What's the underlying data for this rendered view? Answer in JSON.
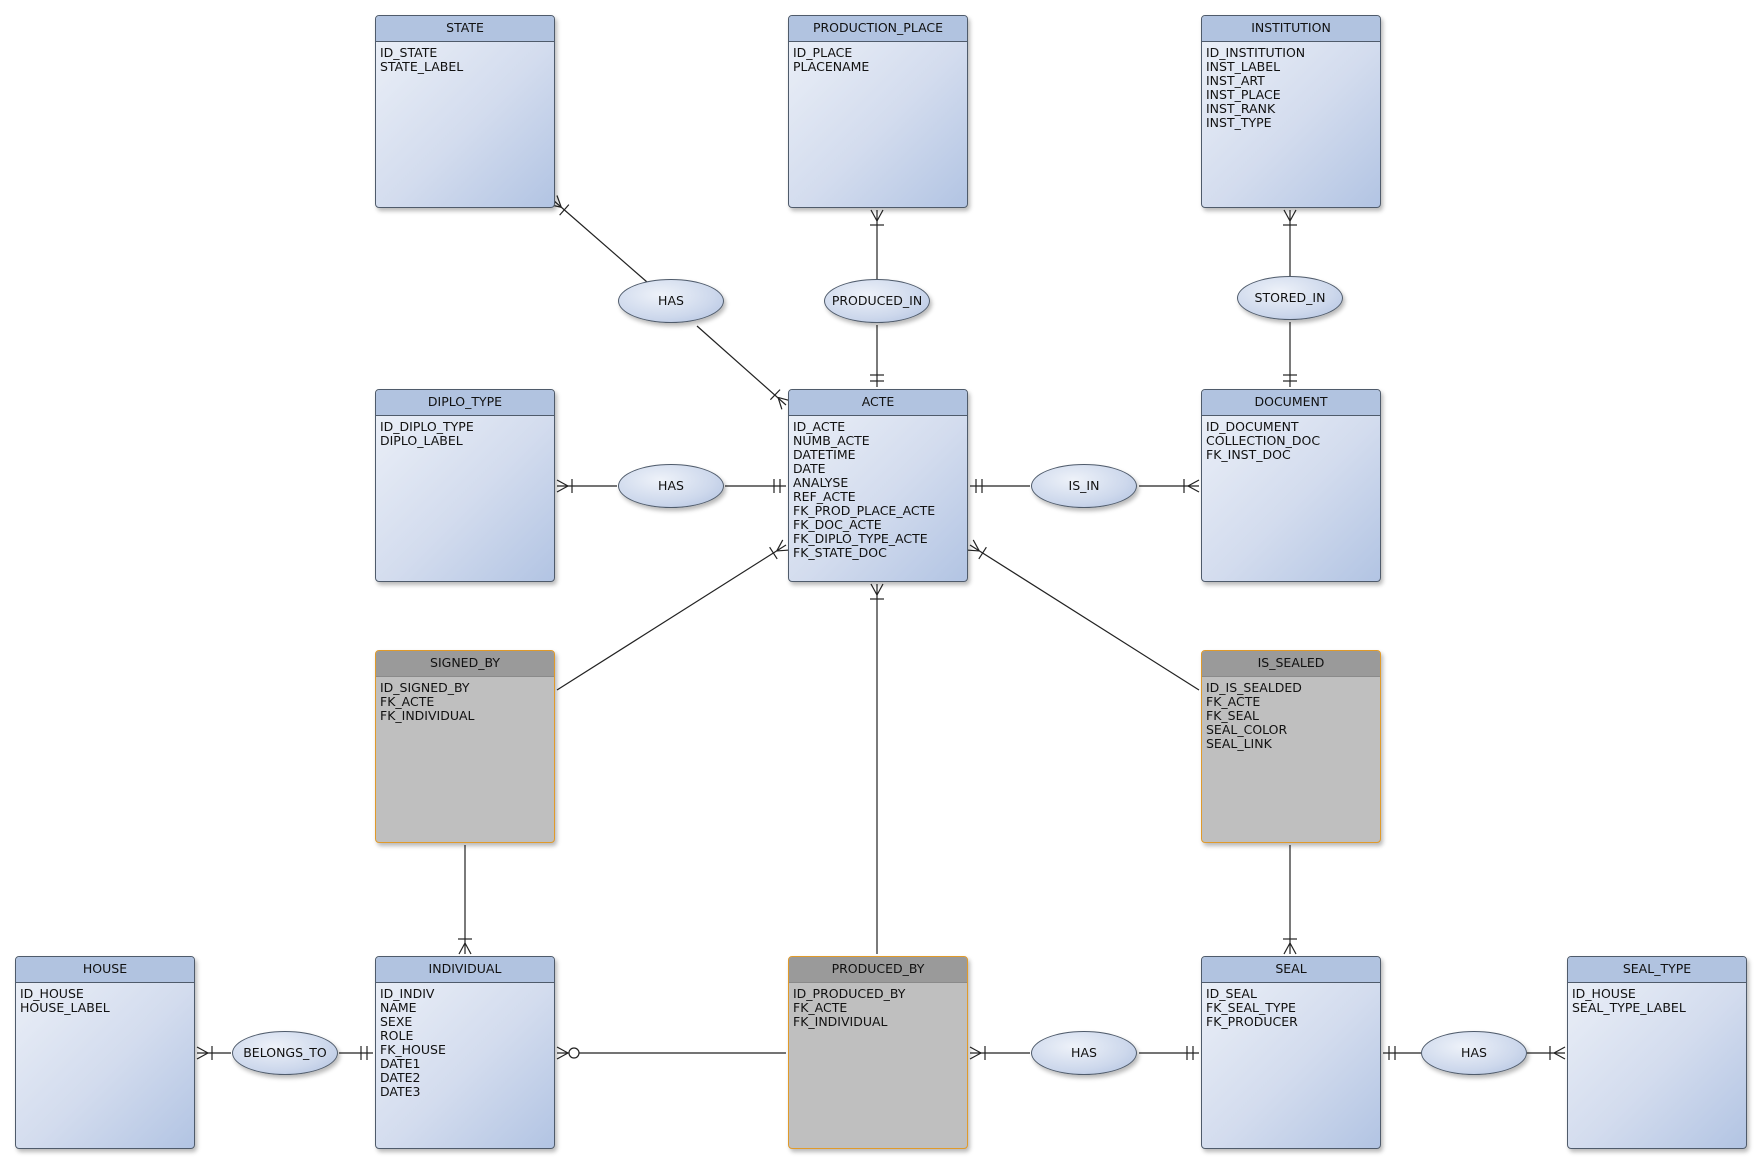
{
  "entities": [
    {
      "key": "state",
      "title": "STATE",
      "kind": "entity",
      "attributes": [
        "ID_STATE",
        "STATE_LABEL"
      ]
    },
    {
      "key": "production_place",
      "title": "PRODUCTION_PLACE",
      "kind": "entity",
      "attributes": [
        "ID_PLACE",
        "PLACENAME"
      ]
    },
    {
      "key": "institution",
      "title": "INSTITUTION",
      "kind": "entity",
      "attributes": [
        "ID_INSTITUTION",
        "INST_LABEL",
        "INST_ART",
        "INST_PLACE",
        "INST_RANK",
        "INST_TYPE"
      ]
    },
    {
      "key": "diplo_type",
      "title": "DIPLO_TYPE",
      "kind": "entity",
      "attributes": [
        "ID_DIPLO_TYPE",
        "DIPLO_LABEL"
      ]
    },
    {
      "key": "acte",
      "title": "ACTE",
      "kind": "entity",
      "attributes": [
        "ID_ACTE",
        "NUMB_ACTE",
        "DATETIME",
        "DATE",
        "ANALYSE",
        "REF_ACTE",
        "FK_PROD_PLACE_ACTE",
        "FK_DOC_ACTE",
        "FK_DIPLO_TYPE_ACTE",
        "FK_STATE_DOC"
      ]
    },
    {
      "key": "document",
      "title": "DOCUMENT",
      "kind": "entity",
      "attributes": [
        "ID_DOCUMENT",
        "COLLECTION_DOC",
        "FK_INST_DOC"
      ]
    },
    {
      "key": "signed_by",
      "title": "SIGNED_BY",
      "kind": "association",
      "attributes": [
        "ID_SIGNED_BY",
        "FK_ACTE",
        "FK_INDIVIDUAL"
      ]
    },
    {
      "key": "is_sealed",
      "title": "IS_SEALED",
      "kind": "association",
      "attributes": [
        "ID_IS_SEALDED",
        "FK_ACTE",
        "FK_SEAL",
        "SEAL_COLOR",
        "SEAL_LINK"
      ]
    },
    {
      "key": "house",
      "title": "HOUSE",
      "kind": "entity",
      "attributes": [
        "ID_HOUSE",
        "HOUSE_LABEL"
      ]
    },
    {
      "key": "individual",
      "title": "INDIVIDUAL",
      "kind": "entity",
      "attributes": [
        "ID_INDIV",
        "NAME",
        "SEXE",
        "ROLE",
        "FK_HOUSE",
        "DATE1",
        "DATE2",
        "DATE3"
      ]
    },
    {
      "key": "produced_by",
      "title": "PRODUCED_BY",
      "kind": "association",
      "attributes": [
        "ID_PRODUCED_BY",
        "FK_ACTE",
        "FK_INDIVIDUAL"
      ]
    },
    {
      "key": "seal",
      "title": "SEAL",
      "kind": "entity",
      "attributes": [
        "ID_SEAL",
        "FK_SEAL_TYPE",
        "FK_PRODUCER"
      ]
    },
    {
      "key": "seal_type",
      "title": "SEAL_TYPE",
      "kind": "entity",
      "attributes": [
        "ID_HOUSE",
        "SEAL_TYPE_LABEL"
      ]
    }
  ],
  "relationships": [
    {
      "key": "has_state",
      "label": "HAS"
    },
    {
      "key": "produced_in",
      "label": "PRODUCED_IN"
    },
    {
      "key": "stored_in",
      "label": "STORED_IN"
    },
    {
      "key": "has_diplo",
      "label": "HAS"
    },
    {
      "key": "is_in",
      "label": "IS_IN"
    },
    {
      "key": "belongs_to",
      "label": "BELONGS_TO"
    },
    {
      "key": "has_seal",
      "label": "HAS"
    },
    {
      "key": "has_seal_type",
      "label": "HAS"
    }
  ],
  "connections": [
    {
      "from": "state",
      "to": "has_state",
      "end_from": "one-or-many",
      "end_to": "none"
    },
    {
      "from": "has_state",
      "to": "acte",
      "end_from": "none",
      "end_to": "one-or-many"
    },
    {
      "from": "production_place",
      "to": "produced_in",
      "end_from": "one-or-many",
      "end_to": "none"
    },
    {
      "from": "produced_in",
      "to": "acte",
      "end_from": "none",
      "end_to": "one-and-only-one"
    },
    {
      "from": "institution",
      "to": "stored_in",
      "end_from": "one-or-many",
      "end_to": "none"
    },
    {
      "from": "stored_in",
      "to": "document",
      "end_from": "none",
      "end_to": "one-and-only-one"
    },
    {
      "from": "diplo_type",
      "to": "has_diplo",
      "end_from": "one-or-many",
      "end_to": "none"
    },
    {
      "from": "has_diplo",
      "to": "acte",
      "end_from": "none",
      "end_to": "one-and-only-one"
    },
    {
      "from": "acte",
      "to": "is_in",
      "end_from": "one-and-only-one",
      "end_to": "none"
    },
    {
      "from": "is_in",
      "to": "document",
      "end_from": "none",
      "end_to": "one-or-many"
    },
    {
      "from": "signed_by",
      "to": "acte",
      "end_from": "none",
      "end_to": "one-or-many"
    },
    {
      "from": "signed_by",
      "to": "individual",
      "end_from": "none",
      "end_to": "one-or-many"
    },
    {
      "from": "is_sealed",
      "to": "acte",
      "end_from": "none",
      "end_to": "one-or-many"
    },
    {
      "from": "is_sealed",
      "to": "seal",
      "end_from": "none",
      "end_to": "one-or-many"
    },
    {
      "from": "produced_by",
      "to": "acte",
      "end_from": "none",
      "end_to": "one-or-many"
    },
    {
      "from": "produced_by",
      "to": "individual",
      "end_from": "none",
      "end_to": "zero-or-many"
    },
    {
      "from": "house",
      "to": "belongs_to",
      "end_from": "one-or-many",
      "end_to": "none"
    },
    {
      "from": "belongs_to",
      "to": "individual",
      "end_from": "none",
      "end_to": "one-and-only-one"
    },
    {
      "from": "produced_by",
      "to": "has_seal",
      "end_from": "one-or-many",
      "end_to": "none"
    },
    {
      "from": "has_seal",
      "to": "seal",
      "end_from": "none",
      "end_to": "one-and-only-one"
    },
    {
      "from": "seal",
      "to": "has_seal_type",
      "end_from": "one-and-only-one",
      "end_to": "none"
    },
    {
      "from": "has_seal_type",
      "to": "seal_type",
      "end_from": "none",
      "end_to": "one-or-many"
    }
  ]
}
